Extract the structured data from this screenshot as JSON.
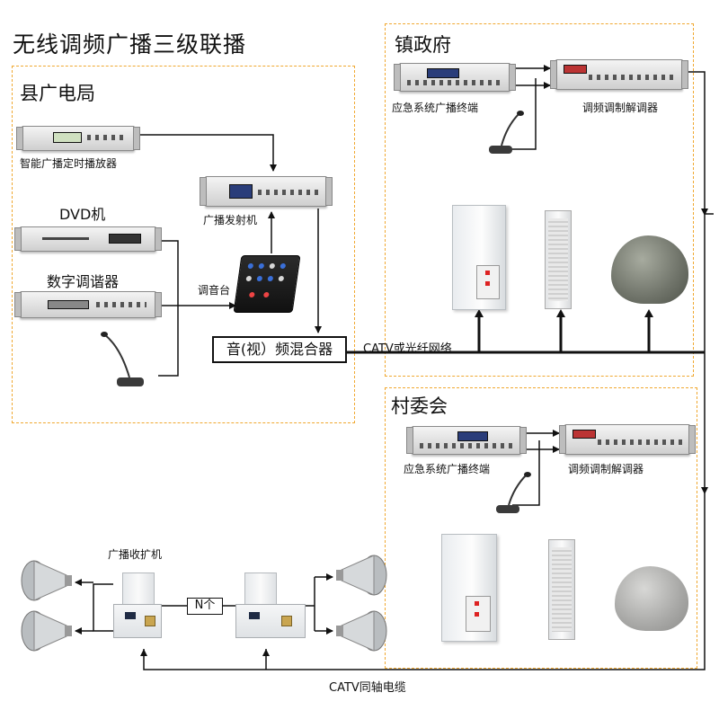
{
  "title": "无线调频广播三级联播",
  "zones": {
    "county": "县广电局",
    "town": "镇政府",
    "village": "村委会"
  },
  "devices": {
    "timer_player": "智能广播定时播放器",
    "dvd": "DVD机",
    "tuner": "数字调谐器",
    "transmitter": "广播发射机",
    "mixer_console": "调音台",
    "av_mixer": "音(视）频混合器",
    "town_terminal": "应急系统广播终端",
    "town_demodulator": "调频调制解调器",
    "village_terminal": "应急系统广播终端",
    "village_demodulator": "调频调制解调器",
    "receiver_amp": "广播收扩机",
    "repeat_count": "N个"
  },
  "networks": {
    "catv_fiber": "CATV或光纤网络",
    "catv_coax": "CATV同轴电缆"
  },
  "colors": {
    "zone_border": "#f0a830",
    "wire": "#111111"
  },
  "icons": [
    "microphone-icon",
    "horn-speaker-icon",
    "rock-speaker-icon",
    "column-speaker-icon",
    "cabinet-speaker-icon"
  ]
}
